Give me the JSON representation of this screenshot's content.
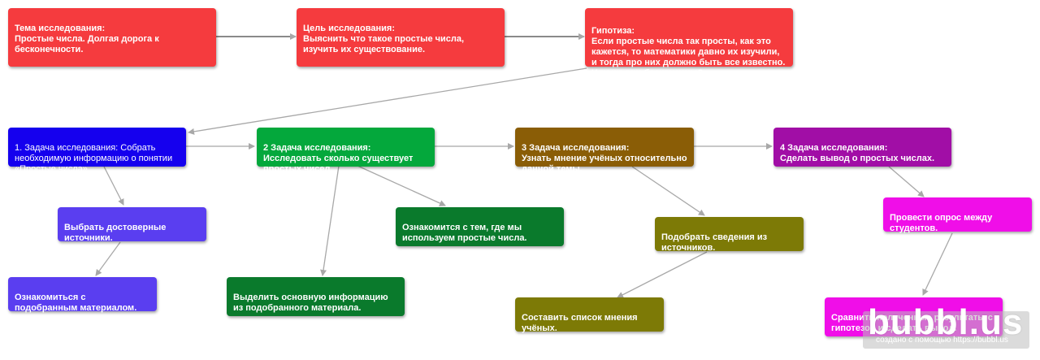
{
  "nodes": {
    "topic": {
      "text": "Тема исследования:\nПростые числа. Долгая дорога к бесконечности.",
      "color": "#f53b3e"
    },
    "goal": {
      "text": "Цель исследования:\nВыяснить что такое простые числа, изучить их существование.",
      "color": "#f53b3e"
    },
    "hyp": {
      "text": "Гипотиза:\nЕсли простые числа так просты, как это кажется, то математики давно их изучили, и тогда про них должно быть все известно. Или же они бесконечны?",
      "color": "#f53b3e"
    },
    "task1": {
      "text": "1. Задача исследования: Собрать необходимую информацию о понятии «Простые числа».",
      "color": "#1500ee"
    },
    "task2": {
      "text": "2 Задача исследования:\nИсследовать сколько существует простых чисел.",
      "color": "#04a83c"
    },
    "task3": {
      "text": "3 Задача исследования:\nУзнать мнение учёных относительно данной темы.",
      "color": "#8a5d06"
    },
    "task4": {
      "text": "4 Задача исследования:\nСделать вывод о простых числах.",
      "color": "#a10ea6"
    },
    "sources": {
      "text": "Выбрать достоверные источники.",
      "color": "#5a3ef0"
    },
    "read": {
      "text": "Ознакомиться с подобранным материалом.",
      "color": "#5a3ef0"
    },
    "usage": {
      "text": "Ознакомится с тем, где мы используем простые числа.",
      "color": "#0a7a2c"
    },
    "main": {
      "text": "Выделить основную информацию из подобранного материала.",
      "color": "#0a7a2c"
    },
    "gather": {
      "text": "Подобрать сведения из источников.",
      "color": "#7d7a06"
    },
    "list": {
      "text": "Составить список мнения учёных.",
      "color": "#7d7a06"
    },
    "survey": {
      "text": "Провести опрос между студентов.",
      "color": "#f00ee8"
    },
    "compare": {
      "text": "Сравнить полученные результаты  с гипотезой и сделать вывод.",
      "color": "#f00ee8"
    }
  },
  "watermark": {
    "logo": "bubbl.us",
    "caption": "создано с помощью https://bubbl.us"
  }
}
